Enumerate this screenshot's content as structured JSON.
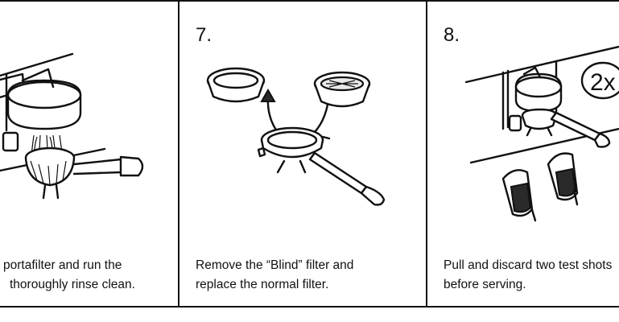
{
  "steps": [
    {
      "number": "",
      "caption_lines": [
        "portafilter and run the",
        "thoroughly rinse clean."
      ]
    },
    {
      "number": "7.",
      "caption_lines": [
        "Remove the “Blind” filter and",
        "replace the normal filter."
      ]
    },
    {
      "number": "8.",
      "badge": "2x",
      "caption_lines": [
        "Pull and discard two test shots",
        "before serving."
      ]
    }
  ],
  "icons": [
    "espresso-machine-group-head",
    "portafilter",
    "blind-filter-basket",
    "normal-filter-basket",
    "swap-arrows",
    "shot-glasses"
  ]
}
